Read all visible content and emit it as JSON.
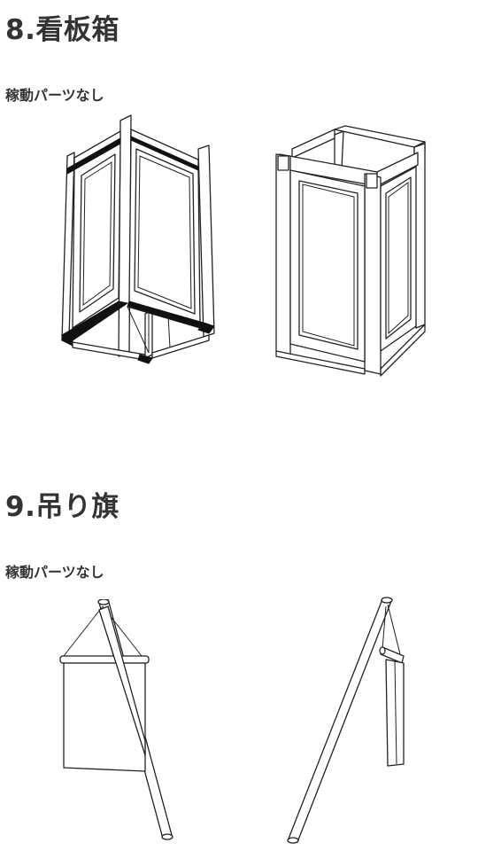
{
  "sections": [
    {
      "heading": "8.看板箱",
      "subheading": "稼動パーツなし"
    },
    {
      "heading": "9.吊り旗",
      "subheading": "稼動パーツなし"
    }
  ],
  "colors": {
    "text": "#333333",
    "line": "#222222",
    "background": "#ffffff"
  }
}
